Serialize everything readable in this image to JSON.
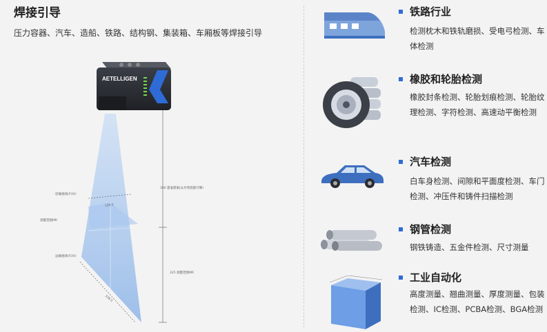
{
  "left": {
    "title": "焊接引导",
    "description": "压力容器、汽车、造船、铁路、结构钢、集装箱、车厢板等焊接引导",
    "camera_brand": "AETELLIGEN",
    "dims": {
      "fov_top_label": "近端视场(FOV)",
      "mr_label": "测量范围MR",
      "fov_bottom_label": "远端视场(FOV)",
      "width_top": "139.5",
      "width_bottom": "328.5",
      "distance_label": "300  基准距离(从外壳底部计算)",
      "range_label": "325  测量范围MR"
    }
  },
  "apps": [
    {
      "icon": "train-icon",
      "title": "铁路行业",
      "desc": "检测枕木和铁轨磨损、受电弓检测、车体检测"
    },
    {
      "icon": "tire-icon",
      "title": "橡胶和轮胎检测",
      "desc": "橡胶封条检测、轮胎划痕检测、轮胎纹理检测、字符检测、高速动平衡检测"
    },
    {
      "icon": "car-icon",
      "title": "汽车检测",
      "desc": "白车身检测、间隙和平面度检测、车门检测、冲压件和铸件扫描检测"
    },
    {
      "icon": "pipes-icon",
      "title": "钢管检测",
      "desc": "钢铁铸造、五金件检测、尺寸测量"
    },
    {
      "icon": "cube-icon",
      "title": "工业自动化",
      "desc": "高度测量、翘曲测量、厚度测量、包装检测、IC检测、PCBA检测、BGA检测"
    }
  ],
  "colors": {
    "accent": "#2f6bd6",
    "beam": "#8fb6e8",
    "camera": "#2a2d33"
  }
}
